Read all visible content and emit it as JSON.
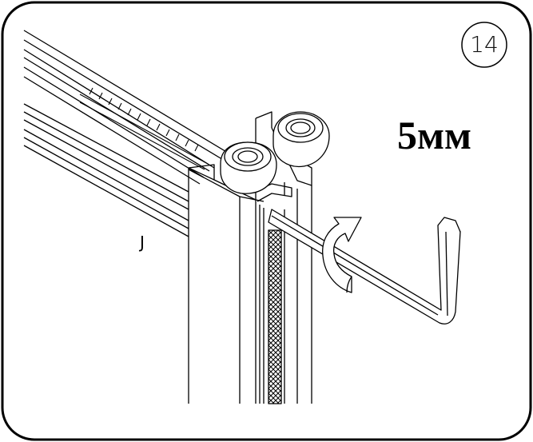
{
  "step": {
    "number": "14"
  },
  "dimension": {
    "label": "5мм"
  },
  "part": {
    "label": "J"
  },
  "colors": {
    "line": "#000000",
    "background": "#ffffff",
    "frame_fill": "#ffffff"
  },
  "icons": [
    "rotation-arrow-icon",
    "allen-key-icon",
    "roller-wheel-icon"
  ]
}
